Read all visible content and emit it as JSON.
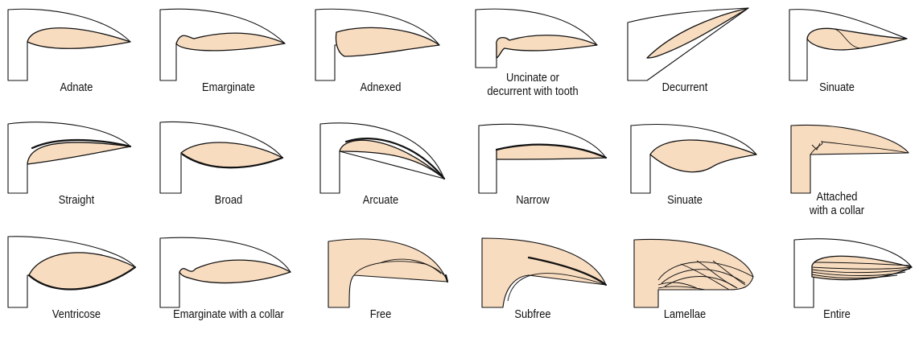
{
  "colors": {
    "gill": "#f8dcc0",
    "outline": "#111111",
    "background": "#ffffff"
  },
  "items": [
    {
      "label": "Adnate"
    },
    {
      "label": "Emarginate"
    },
    {
      "label": "Adnexed"
    },
    {
      "label": "Uncinate or\ndecurrent with tooth"
    },
    {
      "label": "Decurrent"
    },
    {
      "label": "Sinuate"
    },
    {
      "label": "Straight"
    },
    {
      "label": "Broad"
    },
    {
      "label": "Arcuate"
    },
    {
      "label": "Narrow"
    },
    {
      "label": "Sinuate"
    },
    {
      "label": "Attached\nwith a collar"
    },
    {
      "label": "Ventricose"
    },
    {
      "label": "Emarginate with a collar"
    },
    {
      "label": "Free"
    },
    {
      "label": "Subfree"
    },
    {
      "label": "Lamellae"
    },
    {
      "label": "Entire"
    }
  ]
}
